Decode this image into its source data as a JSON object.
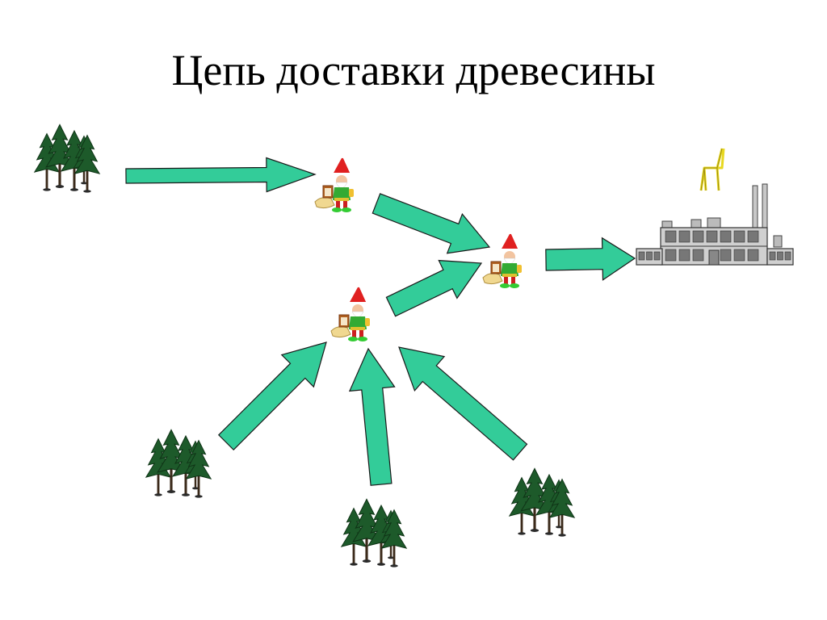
{
  "slide": {
    "title": "Цепь доставки древесины"
  },
  "diagram": {
    "nodes": [
      {
        "id": "forest-1",
        "kind": "forest",
        "icon": "tree-group-icon"
      },
      {
        "id": "forest-2",
        "kind": "forest",
        "icon": "tree-group-icon"
      },
      {
        "id": "forest-3",
        "kind": "forest",
        "icon": "tree-group-icon"
      },
      {
        "id": "forest-4",
        "kind": "forest",
        "icon": "tree-group-icon"
      },
      {
        "id": "middleman-1",
        "kind": "middleman",
        "icon": "gnome-icon"
      },
      {
        "id": "middleman-2",
        "kind": "middleman",
        "icon": "gnome-icon"
      },
      {
        "id": "middleman-3",
        "kind": "middleman",
        "icon": "gnome-icon"
      },
      {
        "id": "factory",
        "kind": "factory",
        "icon": "factory-icon"
      },
      {
        "id": "product",
        "kind": "product",
        "icon": "chair-icon"
      }
    ],
    "edges": [
      {
        "from": "forest-1",
        "to": "middleman-1"
      },
      {
        "from": "middleman-1",
        "to": "middleman-3"
      },
      {
        "from": "middleman-2",
        "to": "middleman-3"
      },
      {
        "from": "forest-2",
        "to": "middleman-2"
      },
      {
        "from": "forest-3",
        "to": "middleman-2"
      },
      {
        "from": "forest-4",
        "to": "middleman-2"
      },
      {
        "from": "middleman-3",
        "to": "factory"
      }
    ],
    "colors": {
      "arrow_fill": "#33cc99",
      "arrow_stroke": "#1a1a1a",
      "tree_foliage": "#1d5a2a",
      "gnome_hat": "#e02020",
      "gnome_body": "#33aa33",
      "factory": "#c8c8c8",
      "chair": "#f0e040"
    }
  }
}
